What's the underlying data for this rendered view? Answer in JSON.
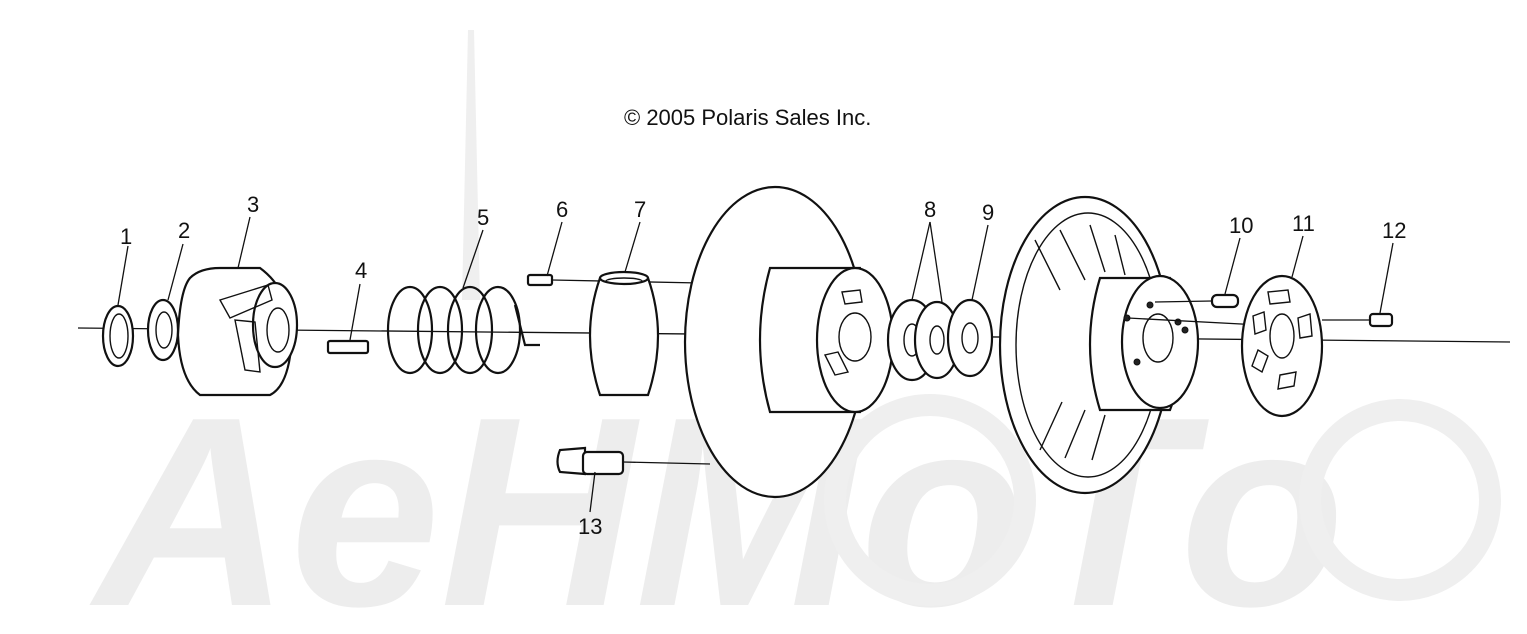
{
  "copyright": "© 2005 Polaris Sales Inc.",
  "watermark": "AeHMoTo",
  "callouts": [
    "1",
    "2",
    "3",
    "4",
    "5",
    "6",
    "7",
    "8",
    "9",
    "10",
    "11",
    "12",
    "13"
  ]
}
